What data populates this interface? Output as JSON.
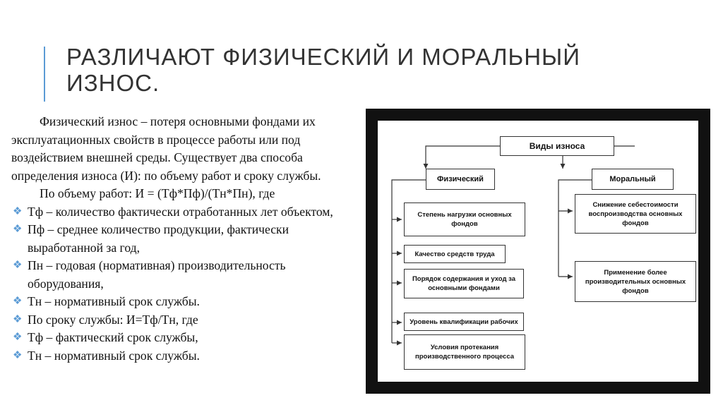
{
  "title": "РАЗЛИЧАЮТ ФИЗИЧЕСКИЙ И МОРАЛЬНЫЙ ИЗНОС.",
  "intro": "Физический износ – потеря основными фондами их эксплуатационных свойств в процессе работы или под воздействием внешней среды. Существует два способа определения износа (И): по объему работ и сроку службы.",
  "formula_line": "По объему работ: И = (Тф*Пф)/(Тн*Пн), где",
  "bullets": [
    "Тф – количество фактически отработанных лет объектом,",
    "Пф – среднее количество продукции, фактически выработанной за год,",
    "Пн – годовая (нормативная) производительность оборудования,",
    "Тн – нормативный срок службы.",
    "По сроку службы: И=Тф/Тн, где",
    "Тф – фактический срок службы,",
    "Тн – нормативный срок службы."
  ],
  "diagram": {
    "root": "Виды износа",
    "physical": {
      "label": "Физический",
      "items": [
        "Степень нагрузки основных фондов",
        "Качество средств труда",
        "Порядок содержания и уход за основными фондами",
        "Уровень квалификации рабочих",
        "Условия протекания производственного процесса"
      ]
    },
    "moral": {
      "label": "Моральный",
      "items": [
        "Снижение себестоимости воспроизводства основных фондов",
        "Применение более производительных основных фондов"
      ]
    }
  },
  "colors": {
    "accent": "#5b9bd5",
    "text": "#111111",
    "frame": "#111111"
  },
  "icons": {
    "bullet": "diamond-bullet-icon"
  }
}
